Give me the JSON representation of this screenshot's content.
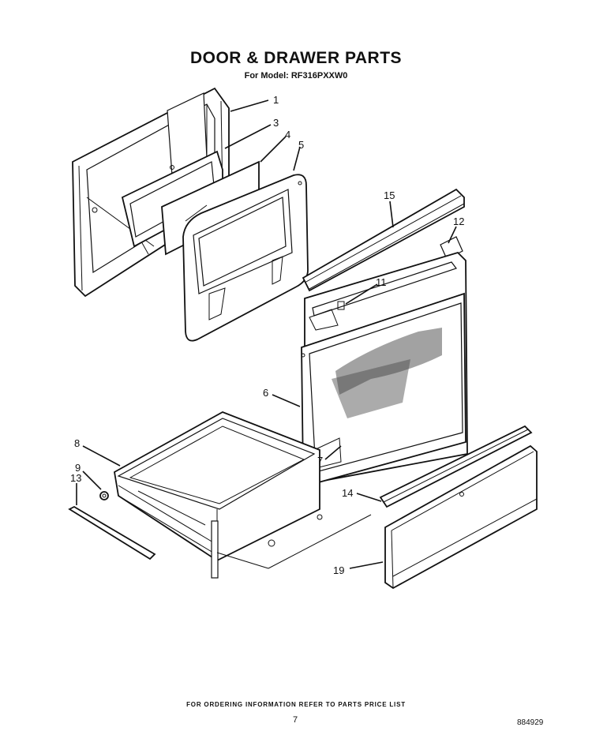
{
  "header": {
    "title": "DOOR & DRAWER PARTS",
    "model_line": "For Model: RF316PXXW0"
  },
  "callouts": {
    "c1": "1",
    "c3": "3",
    "c4": "4",
    "c5": "5",
    "c6": "6",
    "c7": "7",
    "c8": "8",
    "c9": "9",
    "c11": "11",
    "c12": "12",
    "c13": "13",
    "c14": "14",
    "c15": "15",
    "c19": "19"
  },
  "footer": {
    "ordering_note": "FOR ORDERING INFORMATION REFER TO PARTS PRICE LIST",
    "page_number": "7",
    "doc_code": "884929"
  }
}
